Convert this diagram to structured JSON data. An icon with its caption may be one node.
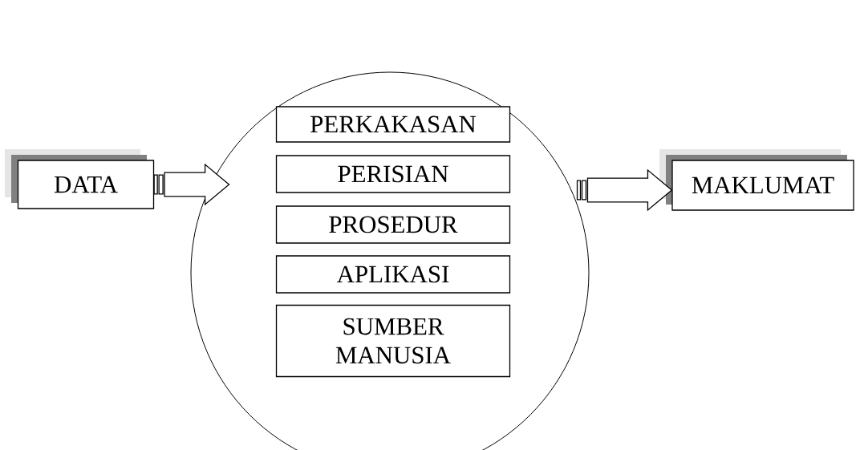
{
  "diagram": {
    "nodes": [
      {
        "text": [
          "DATA"
        ]
      },
      {
        "text": [],
        "shape": "circle"
      },
      {
        "text": [
          "PERKAKASAN"
        ],
        "in": 1
      },
      {
        "text": [
          "PERISIAN"
        ],
        "in": 1
      },
      {
        "text": [
          "PROSEDUR"
        ],
        "in": 1
      },
      {
        "text": [
          "APLIKASI"
        ],
        "in": 1
      },
      {
        "text": [
          "SUMBER MANUSIA"
        ],
        "in": 1
      },
      {
        "text": [
          "MAKLUMAT"
        ]
      }
    ],
    "edges": [
      {
        "from": 0,
        "to": 1,
        "arrow": "to"
      },
      {
        "from": 1,
        "to": 7,
        "arrow": "to"
      }
    ]
  }
}
